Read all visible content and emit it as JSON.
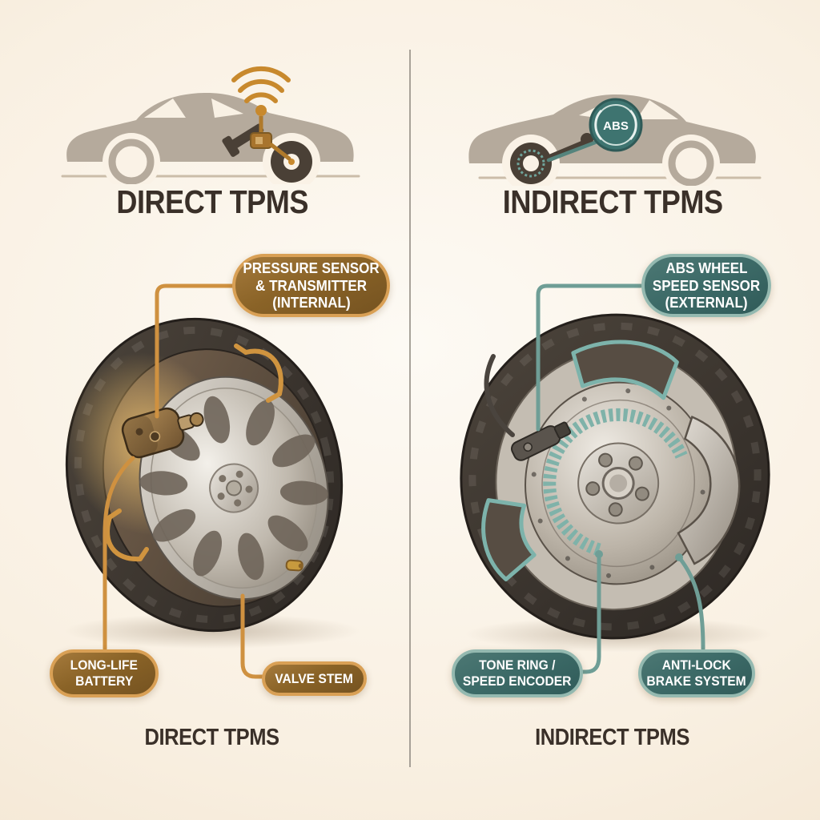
{
  "colors": {
    "background": "#f8efe2",
    "divider": "#99938a",
    "gold_accent": "#cf9140",
    "gold_pill_fill": "#8a6327",
    "gold_pill_border": "#d9a055",
    "teal_accent": "#6f9e96",
    "teal_pill_fill": "#3d6b68",
    "teal_pill_border": "#94b9b0",
    "title_text": "#3a3029",
    "pill_text": "#ffffff",
    "car_silhouette": "#b5aa9c",
    "highlighted_wheel": "#4a4036"
  },
  "direct": {
    "title": "DIRECT TPMS",
    "bottom_title": "DIRECT TPMS",
    "icons": {
      "car": "car-silhouette-icon",
      "signal": "wifi-signal-icon",
      "sensor": "tpms-sensor-icon",
      "valve": "valve-stem-icon"
    },
    "callouts": {
      "pressure": {
        "l1": "PRESSURE SENSOR",
        "l2": "& TRANSMITTER",
        "l3": "(INTERNAL)"
      },
      "battery": {
        "l1": "LONG-LIFE",
        "l2": "BATTERY"
      },
      "valve": {
        "l1": "VALVE STEM"
      }
    }
  },
  "indirect": {
    "title": "INDIRECT TPMS",
    "bottom_title": "INDIRECT TPMS",
    "abs_badge": "ABS",
    "icons": {
      "car": "car-silhouette-icon",
      "badge": "abs-warning-icon",
      "wheel_sensor": "abs-wheel-speed-sensor-icon",
      "tone_ring": "tone-ring-icon",
      "caliper": "brake-caliper-icon"
    },
    "callouts": {
      "abs_sensor": {
        "l1": "ABS WHEEL",
        "l2": "SPEED SENSOR",
        "l3": "(EXTERNAL)"
      },
      "tone_ring": {
        "l1": "TONE RING /",
        "l2": "SPEED ENCODER"
      },
      "abs_system": {
        "l1": "ANTI-LOCK",
        "l2": "BRAKE SYSTEM"
      }
    }
  }
}
